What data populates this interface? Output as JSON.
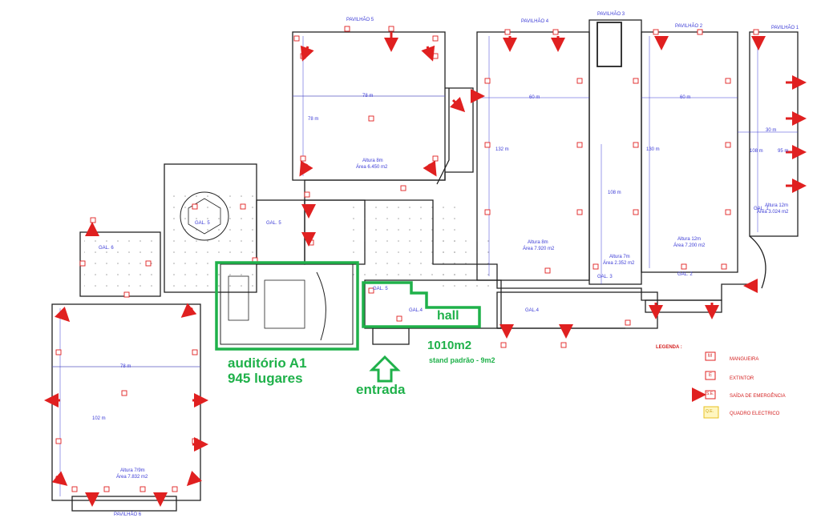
{
  "pavilions": {
    "p1": "PAVILHÃO 1",
    "p2": "PAVILHÃO 2",
    "p3": "PAVILHÃO 3",
    "p4": "PAVILHÃO 4",
    "p5": "PAVILHÃO 5",
    "p6": "PAVILHÃO 6"
  },
  "galleries": {
    "g1": "GAL. 1",
    "g2": "GAL. 2",
    "g3": "GAL. 3",
    "g4a": "GAL.4",
    "g4b": "GAL.4",
    "g5a": "GAL. 5",
    "g5b": "GAL. 5",
    "g5c": "GAL. 5",
    "g6": "GAL. 6"
  },
  "dimensions": {
    "d78a": "78 m",
    "d78b": "78 m",
    "d78c": "78 m",
    "d60a": "60 m",
    "d60b": "60 m",
    "d30": "30 m",
    "d132": "132 m",
    "d130": "130 m",
    "d108a": "108 m",
    "d108b": "108 m",
    "d102": "102 m",
    "d95": "95 m"
  },
  "areas": {
    "p5_h": "Altura 8m",
    "p5_a": "Área 6.450 m2",
    "p4_h": "Altura 8m",
    "p4_a": "Área 7.920 m2",
    "p3_h": "Altura 7m",
    "p3_a": "Área 2.352 m2",
    "p2_h": "Altura 12m",
    "p2_a": "Área 7.200 m2",
    "p1_h": "Altura 12m",
    "p1_a": "Área 3.024 m2",
    "p6_h": "Altura 7/9m",
    "p6_a": "Área 7.832 m2"
  },
  "annotations": {
    "auditorio": "auditório A1",
    "lugares": "945 lugares",
    "entrada": "entrada",
    "hall": "hall",
    "hall_area": "1010m2",
    "stand": "stand padrão - 9m2"
  },
  "legend": {
    "title": "LEGENDA :",
    "manguera": "MANGUEIRA",
    "extintor": "EXTINTOR",
    "saida": "SAÍDA DE EMERGÊNCIA",
    "quadro": "QUADRO ELECTRICO",
    "m_code": "M",
    "e_code": "E",
    "se_code": "S.E.",
    "qe_code": "Q.E."
  },
  "colors": {
    "highlight": "#1fb14a",
    "safety": "#e02020",
    "labels": "#3b3bd6",
    "walls": "#222222",
    "electrical": "#e8c020"
  }
}
